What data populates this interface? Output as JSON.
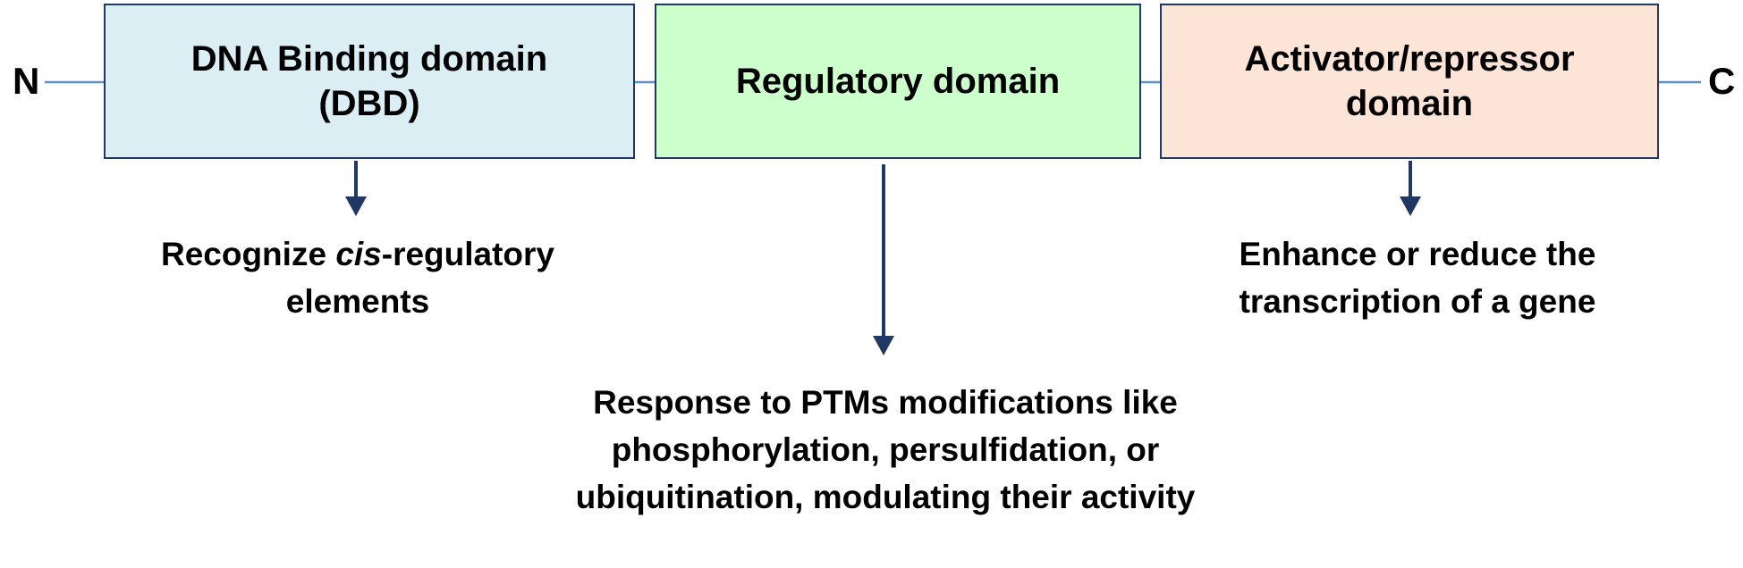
{
  "terminals": {
    "n": "N",
    "c": "C"
  },
  "domains": [
    {
      "id": "dbd",
      "label": "DNA Binding domain (DBD)",
      "fill": "#daeef3",
      "description_parts": [
        "Recognize ",
        "cis",
        "-regulatory elements"
      ]
    },
    {
      "id": "regulatory",
      "label": "Regulatory domain",
      "fill": "#ccffcc",
      "description": "Response to PTMs modifications like phosphorylation, persulfidation, or ubiquitination, modulating their activity"
    },
    {
      "id": "activator",
      "label": "Activator/repressor domain",
      "fill": "#fce4d6",
      "description": "Enhance or reduce  the transcription of a gene"
    }
  ],
  "colors": {
    "backbone": "#5b8fd0",
    "arrow": "#1f3864",
    "border": "#1f3864"
  }
}
